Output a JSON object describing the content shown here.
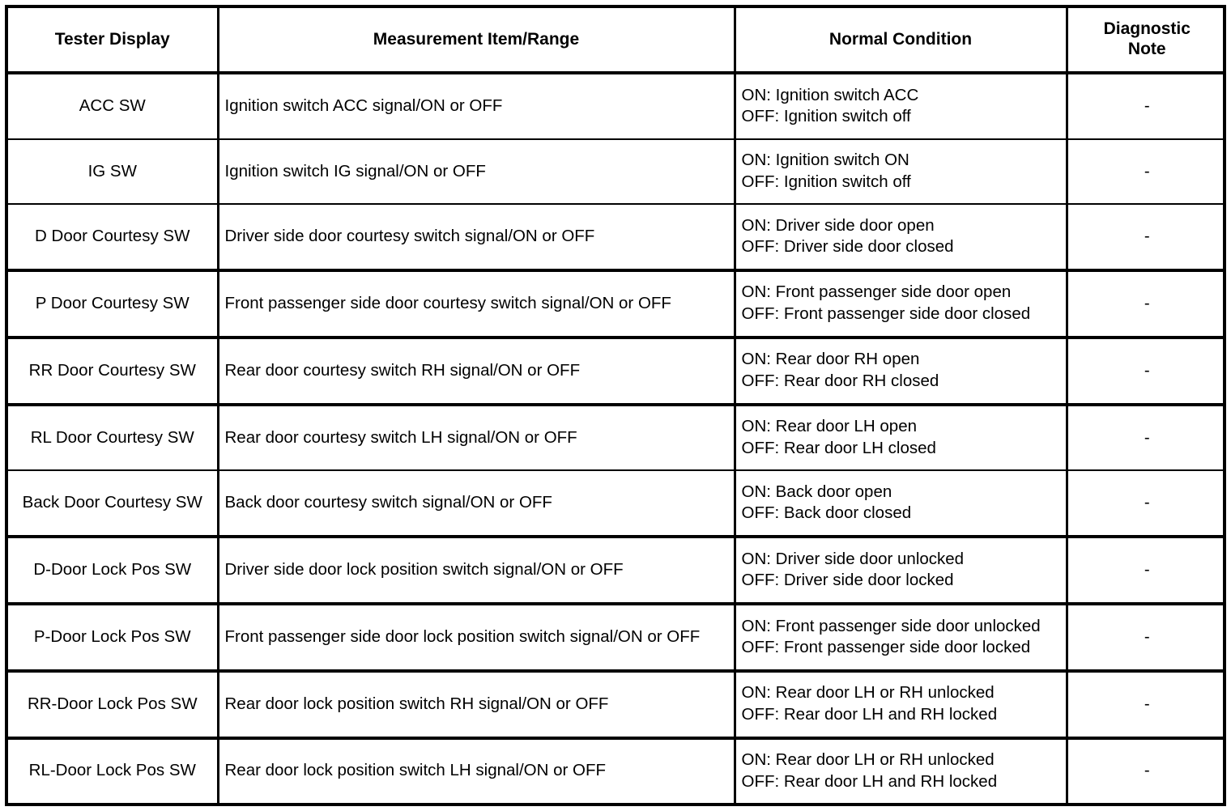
{
  "table": {
    "columns": [
      {
        "key": "tester",
        "label": "Tester Display"
      },
      {
        "key": "item",
        "label": "Measurement Item/Range"
      },
      {
        "key": "cond",
        "label": "Normal Condition"
      },
      {
        "key": "note",
        "label": "Diagnostic\nNote"
      }
    ],
    "column_labels": {
      "tester": "Tester Display",
      "item": "Measurement Item/Range",
      "cond_line1": "Normal Condition",
      "note_line1": "Diagnostic",
      "note_line2": "Note"
    },
    "rows": [
      {
        "tester": "ACC SW",
        "item": "Ignition switch ACC signal/ON or OFF",
        "cond_on": "ON: Ignition switch ACC",
        "cond_off": "OFF: Ignition switch off",
        "note": "-"
      },
      {
        "tester": "IG SW",
        "item": "Ignition switch IG signal/ON or OFF",
        "cond_on": "ON: Ignition switch ON",
        "cond_off": "OFF: Ignition switch off",
        "note": "-"
      },
      {
        "tester": "D Door Courtesy SW",
        "item": "Driver side door courtesy switch signal/ON or OFF",
        "cond_on": "ON: Driver side door open",
        "cond_off": "OFF: Driver side door closed",
        "note": "-"
      },
      {
        "tester": "P Door Courtesy SW",
        "item": "Front passenger side door courtesy switch signal/ON or OFF",
        "cond_on": "ON: Front passenger side door open",
        "cond_off": "OFF: Front passenger side door closed",
        "note": "-"
      },
      {
        "tester": "RR Door Courtesy SW",
        "item": "Rear door courtesy switch RH signal/ON or OFF",
        "cond_on": "ON: Rear door RH open",
        "cond_off": "OFF: Rear door RH closed",
        "note": "-"
      },
      {
        "tester": "RL Door Courtesy SW",
        "item": "Rear door courtesy switch LH signal/ON or OFF",
        "cond_on": "ON: Rear door LH open",
        "cond_off": "OFF: Rear door LH closed",
        "note": "-"
      },
      {
        "tester": "Back Door Courtesy SW",
        "item": "Back door courtesy switch signal/ON or OFF",
        "cond_on": "ON: Back door open",
        "cond_off": "OFF: Back door closed",
        "note": "-"
      },
      {
        "tester": "D-Door Lock Pos SW",
        "item": "Driver side door lock position switch signal/ON or OFF",
        "cond_on": "ON: Driver side door unlocked",
        "cond_off": "OFF: Driver side door locked",
        "note": "-"
      },
      {
        "tester": "P-Door Lock Pos SW",
        "item": "Front passenger side door lock position switch signal/ON or OFF",
        "cond_on": "ON: Front passenger side door unlocked",
        "cond_off": "OFF: Front passenger side door locked",
        "note": "-"
      },
      {
        "tester": "RR-Door Lock Pos SW",
        "item": "Rear door lock position switch RH signal/ON or OFF",
        "cond_on": "ON: Rear door LH or RH unlocked",
        "cond_off": "OFF: Rear door LH and RH locked",
        "note": "-"
      },
      {
        "tester": "RL-Door Lock Pos SW",
        "item": "Rear door lock position switch LH signal/ON or OFF",
        "cond_on": "ON: Rear door LH or RH unlocked",
        "cond_off": "OFF: Rear door LH and RH locked",
        "note": "-"
      }
    ]
  },
  "style": {
    "border_color": "#000000",
    "background": "#ffffff",
    "text_color": "#000000"
  }
}
